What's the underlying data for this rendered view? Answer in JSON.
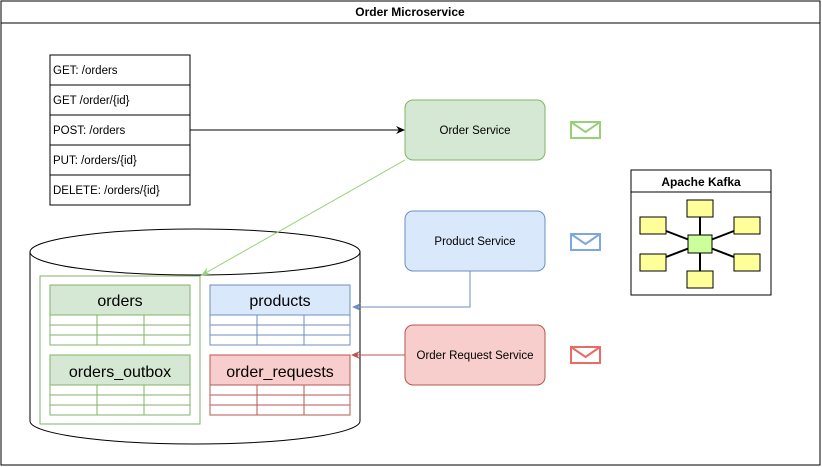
{
  "title": "Order Microservice",
  "endpoints": [
    "GET: /orders",
    "GET /order/{id}",
    "POST: /orders",
    "PUT: /orders/{id}",
    "DELETE: /orders/{id}"
  ],
  "services": {
    "order": {
      "label": "Order Service",
      "fill": "#d5e8d4",
      "stroke": "#82b366"
    },
    "product": {
      "label": "Product Service",
      "fill": "#dae8fc",
      "stroke": "#6c8ebf"
    },
    "order_request": {
      "label": "Order Request Service",
      "fill": "#f8cecc",
      "stroke": "#b85450"
    }
  },
  "tables": {
    "orders": {
      "label": "orders"
    },
    "orders_outbox": {
      "label": "orders_outbox"
    },
    "products": {
      "label": "products"
    },
    "order_requests": {
      "label": "order_requests"
    }
  },
  "kafka": {
    "label": "Apache Kafka"
  },
  "icons": {
    "message": "envelope-icon",
    "kafka": "network-topology-icon",
    "database": "database-cylinder-icon"
  }
}
